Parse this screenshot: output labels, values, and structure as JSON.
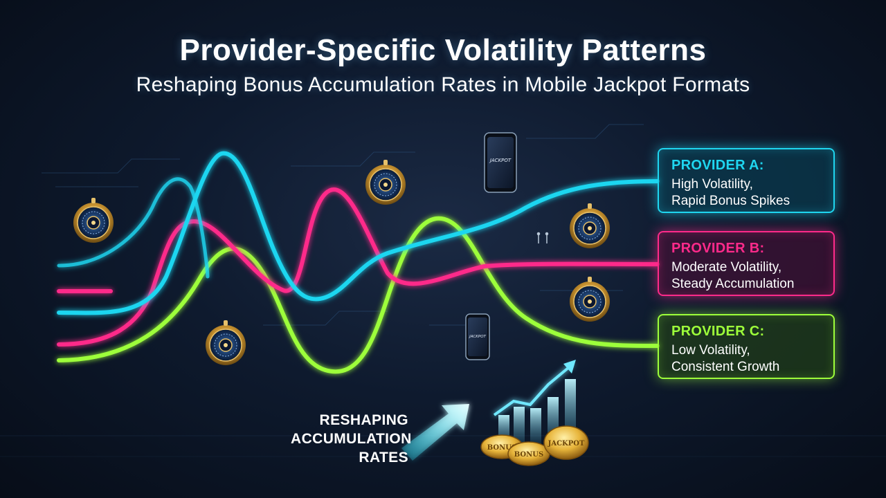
{
  "header": {
    "title": "Provider-Specific Volatility Patterns",
    "subtitle": "Reshaping Bonus Accumulation Rates in Mobile Jackpot Formats"
  },
  "providers": [
    {
      "title": "PROVIDER A:",
      "line1": "High Volatility,",
      "line2": "Rapid Bonus Spikes",
      "color": "#1fd6f0"
    },
    {
      "title": "PROVIDER B:",
      "line1": "Moderate Volatility,",
      "line2": "Steady Accumulation",
      "color": "#ff2a8a"
    },
    {
      "title": "PROVIDER C:",
      "line1": "Low Volatility,",
      "line2": "Consistent Growth",
      "color": "#9dff3a"
    }
  ],
  "callout": {
    "line1": "RESHAPING",
    "line2": "ACCUMULATION",
    "line3": "RATES"
  },
  "phones": {
    "label": "JACKPOT"
  },
  "coins": {
    "left": "BONUS",
    "middle": "BONUS",
    "right": "JACKPOT"
  },
  "icons": [
    "roulette-wheel-icon",
    "smartphone-icon",
    "gold-coin-icon",
    "rising-arrow-icon"
  ]
}
